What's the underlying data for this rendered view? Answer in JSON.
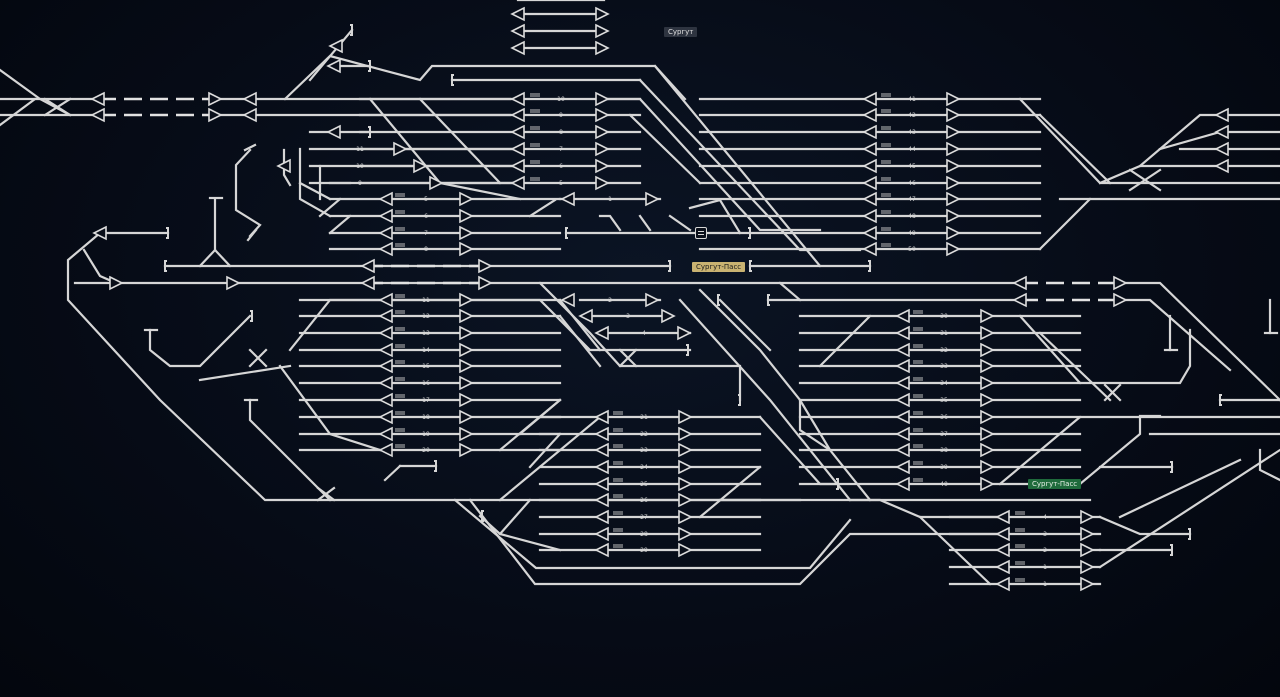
{
  "stations": {
    "surgut": "Сургут",
    "surgut_pass": "Сургут-Пасс",
    "surgut_freight": "Сургут-Пасс"
  },
  "colors": {
    "background": "#050a14",
    "track": "#d6d6d6",
    "label_surgut": "#2e3440",
    "label_surgut_pass": "#c9b271",
    "label_surgut_freight": "#1f6b3c"
  },
  "icons": {
    "depot": "depot-icon"
  },
  "track_numbers": {
    "top_group": [
      "",
      "",
      "",
      ""
    ],
    "north_west": [
      "10",
      "9",
      "8",
      "7",
      "6",
      "5"
    ],
    "north_west_b": [
      "11",
      "10",
      "9"
    ],
    "west_mid": [
      "5",
      "6",
      "7",
      "8"
    ],
    "center_mid": [
      "1",
      "2",
      "3",
      "4"
    ],
    "south_west": [
      "11",
      "12",
      "13",
      "14",
      "15",
      "16",
      "17",
      "18",
      "19",
      "20"
    ],
    "south_center": [
      "21",
      "22",
      "23",
      "24",
      "25",
      "26",
      "27",
      "28",
      "29"
    ],
    "north_east": [
      "41",
      "42",
      "43",
      "44",
      "45",
      "46",
      "47",
      "48",
      "49",
      "50"
    ],
    "south_east": [
      "30",
      "31",
      "32",
      "33",
      "34",
      "35",
      "36",
      "37",
      "38",
      "39",
      "40"
    ],
    "far_east_bottom": [
      "4",
      "3",
      "2",
      "1",
      "1"
    ]
  }
}
